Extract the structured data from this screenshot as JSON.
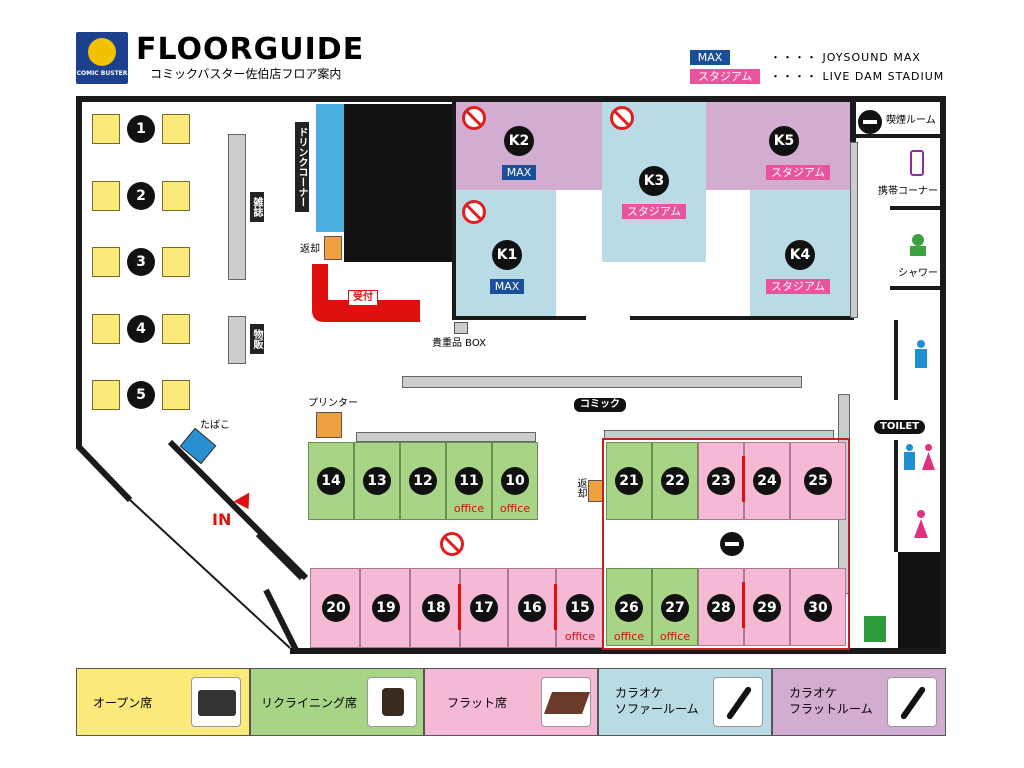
{
  "header": {
    "logo_text": "COMIC BUSTER",
    "title": "FLOORGUIDE",
    "subtitle": "コミックバスター佐伯店フロア案内"
  },
  "legend_top": [
    {
      "tag": "MAX",
      "desc": "・・・・ JOYSOUND MAX",
      "color": "#1b4f9a"
    },
    {
      "tag": "スタジアム",
      "desc": "・・・・ LIVE DAM STADIUM",
      "color": "#e9549e"
    }
  ],
  "open_seats": [
    "1",
    "2",
    "3",
    "4",
    "5"
  ],
  "labels": {
    "magazines": "雑誌",
    "goods": "物販",
    "drink_corner": "ドリンクコーナー",
    "return": "返却",
    "reception": "受付",
    "valuables_box": "貴重品 BOX",
    "tobacco": "たばこ",
    "entrance": "IN",
    "printer": "プリンター",
    "comics": "コミック",
    "return2": "返却",
    "smoking_room": "喫煙ルーム",
    "phone_corner": "携帯コーナー",
    "shower": "シャワー",
    "toilet": "TOILET"
  },
  "karaoke_rooms": [
    {
      "id": "K1",
      "tag": "MAX",
      "kind": "sofa"
    },
    {
      "id": "K2",
      "tag": "MAX",
      "kind": "flat"
    },
    {
      "id": "K3",
      "tag": "スタジアム",
      "kind": "sofa"
    },
    {
      "id": "K4",
      "tag": "スタジアム",
      "kind": "sofa"
    },
    {
      "id": "K5",
      "tag": "スタジアム",
      "kind": "flat"
    }
  ],
  "booths_top_left": [
    {
      "no": "14",
      "office": ""
    },
    {
      "no": "13",
      "office": ""
    },
    {
      "no": "12",
      "office": ""
    },
    {
      "no": "11",
      "office": "office"
    },
    {
      "no": "10",
      "office": "office"
    }
  ],
  "booths_top_right": [
    {
      "no": "21",
      "office": ""
    },
    {
      "no": "22",
      "office": ""
    },
    {
      "no": "23",
      "office": ""
    },
    {
      "no": "24",
      "office": ""
    },
    {
      "no": "25",
      "office": ""
    }
  ],
  "booths_bottom_left": [
    {
      "no": "20",
      "office": ""
    },
    {
      "no": "19",
      "office": ""
    },
    {
      "no": "18",
      "office": ""
    },
    {
      "no": "17",
      "office": ""
    },
    {
      "no": "16",
      "office": ""
    },
    {
      "no": "15",
      "office": "office"
    }
  ],
  "booths_bottom_right": [
    {
      "no": "26",
      "office": "office"
    },
    {
      "no": "27",
      "office": "office"
    },
    {
      "no": "28",
      "office": ""
    },
    {
      "no": "29",
      "office": ""
    },
    {
      "no": "30",
      "office": ""
    }
  ],
  "legend_bottom": [
    {
      "label": "オープン席",
      "color": "#fbe97a"
    },
    {
      "label": "リクライニング席",
      "color": "#a8d485"
    },
    {
      "label": "フラット席",
      "color": "#f5b9d6"
    },
    {
      "label": "カラオケ\nソファールーム",
      "color": "#b9dbe6"
    },
    {
      "label": "カラオケ\nフラットルーム",
      "color": "#d3acd1"
    }
  ]
}
